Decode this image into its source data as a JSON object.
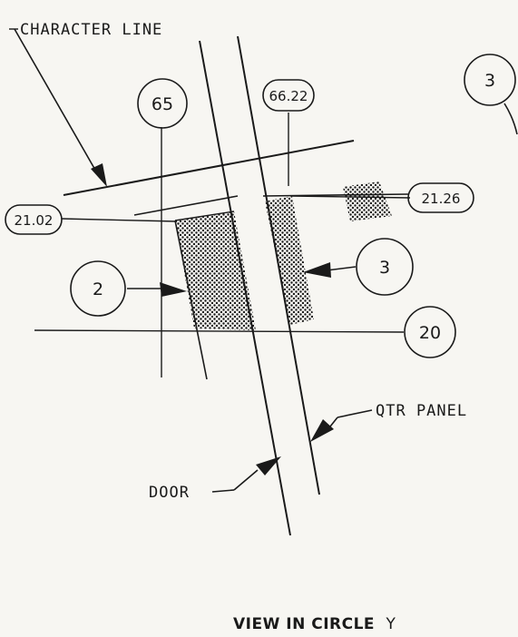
{
  "labels": {
    "character_line": "CHARACTER LINE",
    "qtr_panel": "QTR PANEL",
    "door": "DOOR"
  },
  "callouts": {
    "c65": "65",
    "c66_22": "66.22",
    "c21_02": "21.02",
    "c21_26": "21.26",
    "c2": "2",
    "c3_mid": "3",
    "c3_top": "3",
    "c20": "20"
  },
  "caption": {
    "text": "VIEW IN CIRCLE",
    "letter": "Y"
  }
}
